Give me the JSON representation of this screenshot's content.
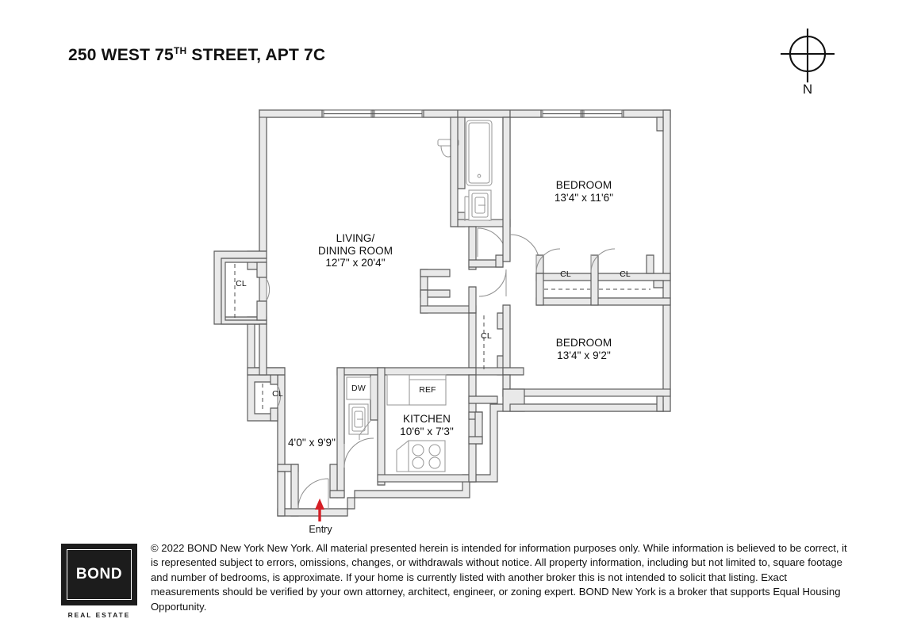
{
  "title": {
    "prefix": "250 WEST 75",
    "superscript": "TH",
    "suffix": " STREET, APT 7C"
  },
  "compass": {
    "icon": "compass-rose-icon",
    "north_label": "N"
  },
  "floorplan": {
    "rooms": [
      {
        "id": "living-dining",
        "name_line1": "LIVING/",
        "name_line2": "DINING ROOM",
        "dimensions": "12'7\" x 20'4\""
      },
      {
        "id": "bedroom-1",
        "name_line1": "BEDROOM",
        "dimensions": "13'4\" x 11'6\""
      },
      {
        "id": "bedroom-2",
        "name_line1": "BEDROOM",
        "dimensions": "13'4\" x 9'2\""
      },
      {
        "id": "kitchen",
        "name_line1": "KITCHEN",
        "dimensions": "10'6\" x 7'3\""
      },
      {
        "id": "foyer",
        "name_line1": "",
        "dimensions": "4'0\" x 9'9\""
      }
    ],
    "closets": [
      {
        "id": "closet-living-west",
        "label": "CL"
      },
      {
        "id": "closet-bedroom1-left",
        "label": "CL"
      },
      {
        "id": "closet-bedroom1-right",
        "label": "CL"
      },
      {
        "id": "closet-hall",
        "label": "CL"
      },
      {
        "id": "closet-foyer",
        "label": "CL"
      }
    ],
    "appliances": [
      {
        "id": "dishwasher",
        "label": "DW"
      },
      {
        "id": "refrigerator",
        "label": "REF"
      }
    ],
    "entry": {
      "label": "Entry",
      "arrow_color": "#d61f26",
      "arrow_direction": "up"
    },
    "colors": {
      "wall_fill": "#e9e9e9",
      "wall_stroke": "#5a5a5a",
      "fixture_stroke": "#8a8a8a",
      "background": "#ffffff"
    }
  },
  "footer": {
    "logo": {
      "word": "BOND",
      "subtitle": "REAL ESTATE"
    },
    "disclaimer": "© 2022 BOND New York New York. All material presented herein is intended for information purposes only. While information is believed to be correct, it is represented subject to errors, omissions, changes, or withdrawals without notice. All property information, including but not limited to, square footage and number of bedrooms, is approximate. If your home is currently listed with another broker this is not intended to solicit that listing. Exact measurements should be verified by your own attorney, architect, engineer, or zoning expert. BOND New York is a broker that supports Equal Housing Opportunity."
  }
}
